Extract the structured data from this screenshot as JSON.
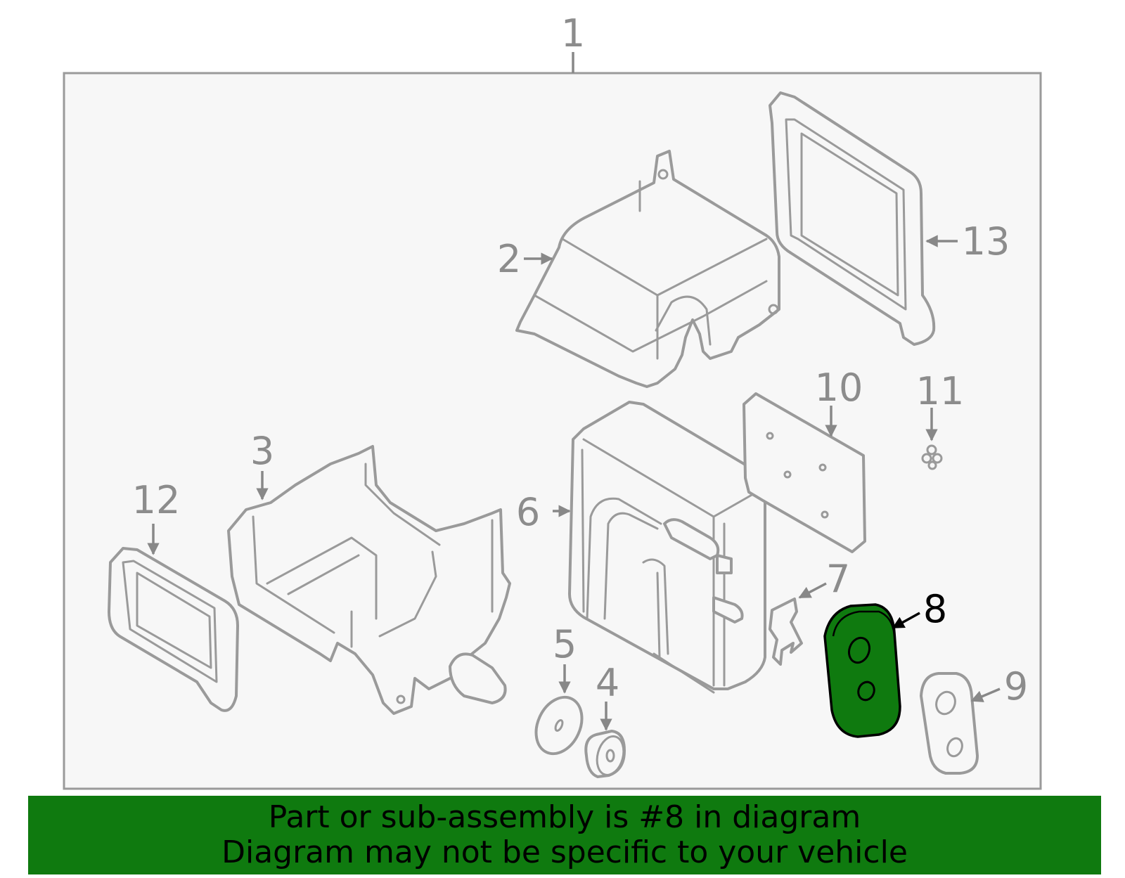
{
  "callouts": {
    "c1": "1",
    "c2": "2",
    "c3": "3",
    "c4": "4",
    "c5": "5",
    "c6": "6",
    "c7": "7",
    "c8": "8",
    "c9": "9",
    "c10": "10",
    "c11": "11",
    "c12": "12",
    "c13": "13"
  },
  "highlighted_part": "8",
  "colors": {
    "highlight": "#0f7a0f",
    "part_outline": "#9a9a9a",
    "banner": "#0f7a0f"
  },
  "banner": {
    "line1": "Part or sub-assembly is #8 in diagram",
    "line2": "Diagram may not be specific to your vehicle"
  }
}
